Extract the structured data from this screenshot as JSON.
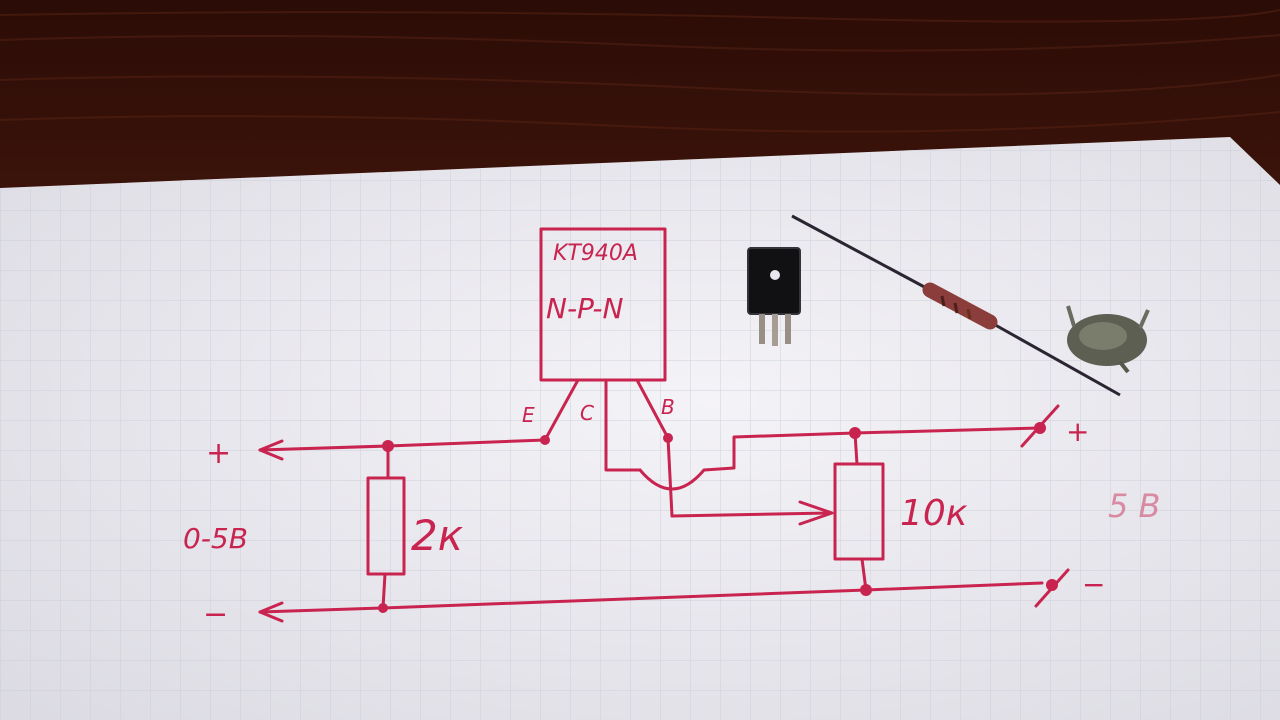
{
  "scene": {
    "colors": {
      "table": "#3a130b",
      "paper": "#eeedf2",
      "grid": "#c9cbd6",
      "ink": "#c8244f",
      "ink_faint": "#d98aa3"
    },
    "components": [
      "npn-transistor-to220",
      "resistor",
      "trimmer-potentiometer"
    ]
  },
  "drawing": {
    "transistor": {
      "model": "KT940A",
      "type": "N-P-N",
      "pin_e": "E",
      "pin_c": "C",
      "pin_b": "B"
    },
    "output": {
      "plus": "+",
      "minus": "−",
      "range": "0-5B"
    },
    "resistor_label": "2к",
    "pot_label": "10к",
    "supply": {
      "plus": "+",
      "minus": "−",
      "voltage": "5 B"
    }
  }
}
